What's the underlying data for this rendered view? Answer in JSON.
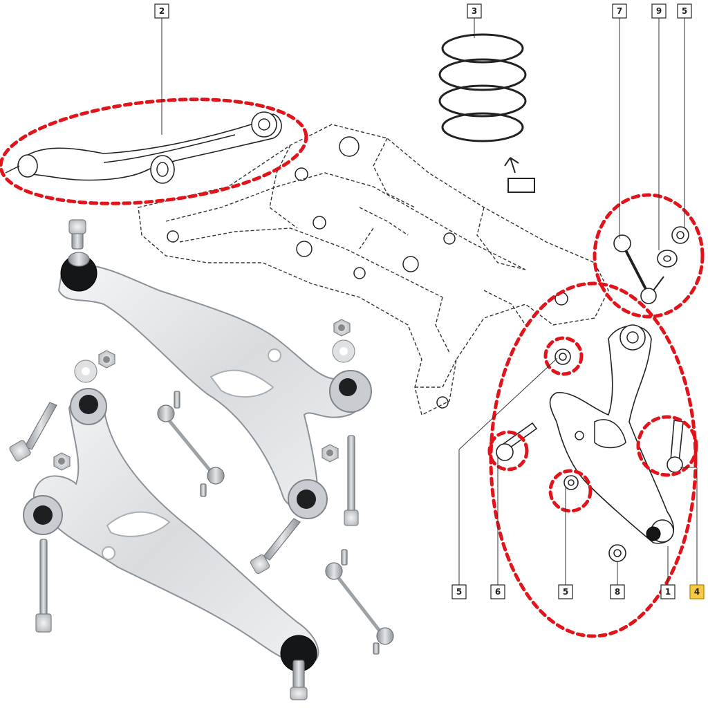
{
  "callouts": {
    "c2": "2",
    "c3": "3",
    "c7": "7",
    "c9": "9",
    "c5_top": "5",
    "c5_left": "5",
    "c6": "6",
    "c5_mid": "5",
    "c8": "8",
    "c1": "1",
    "c4": "4"
  },
  "colors": {
    "highlight_dash": "#e0141a",
    "callout_highlight": "#f7c843",
    "aluminium": "#e3e5e7"
  }
}
